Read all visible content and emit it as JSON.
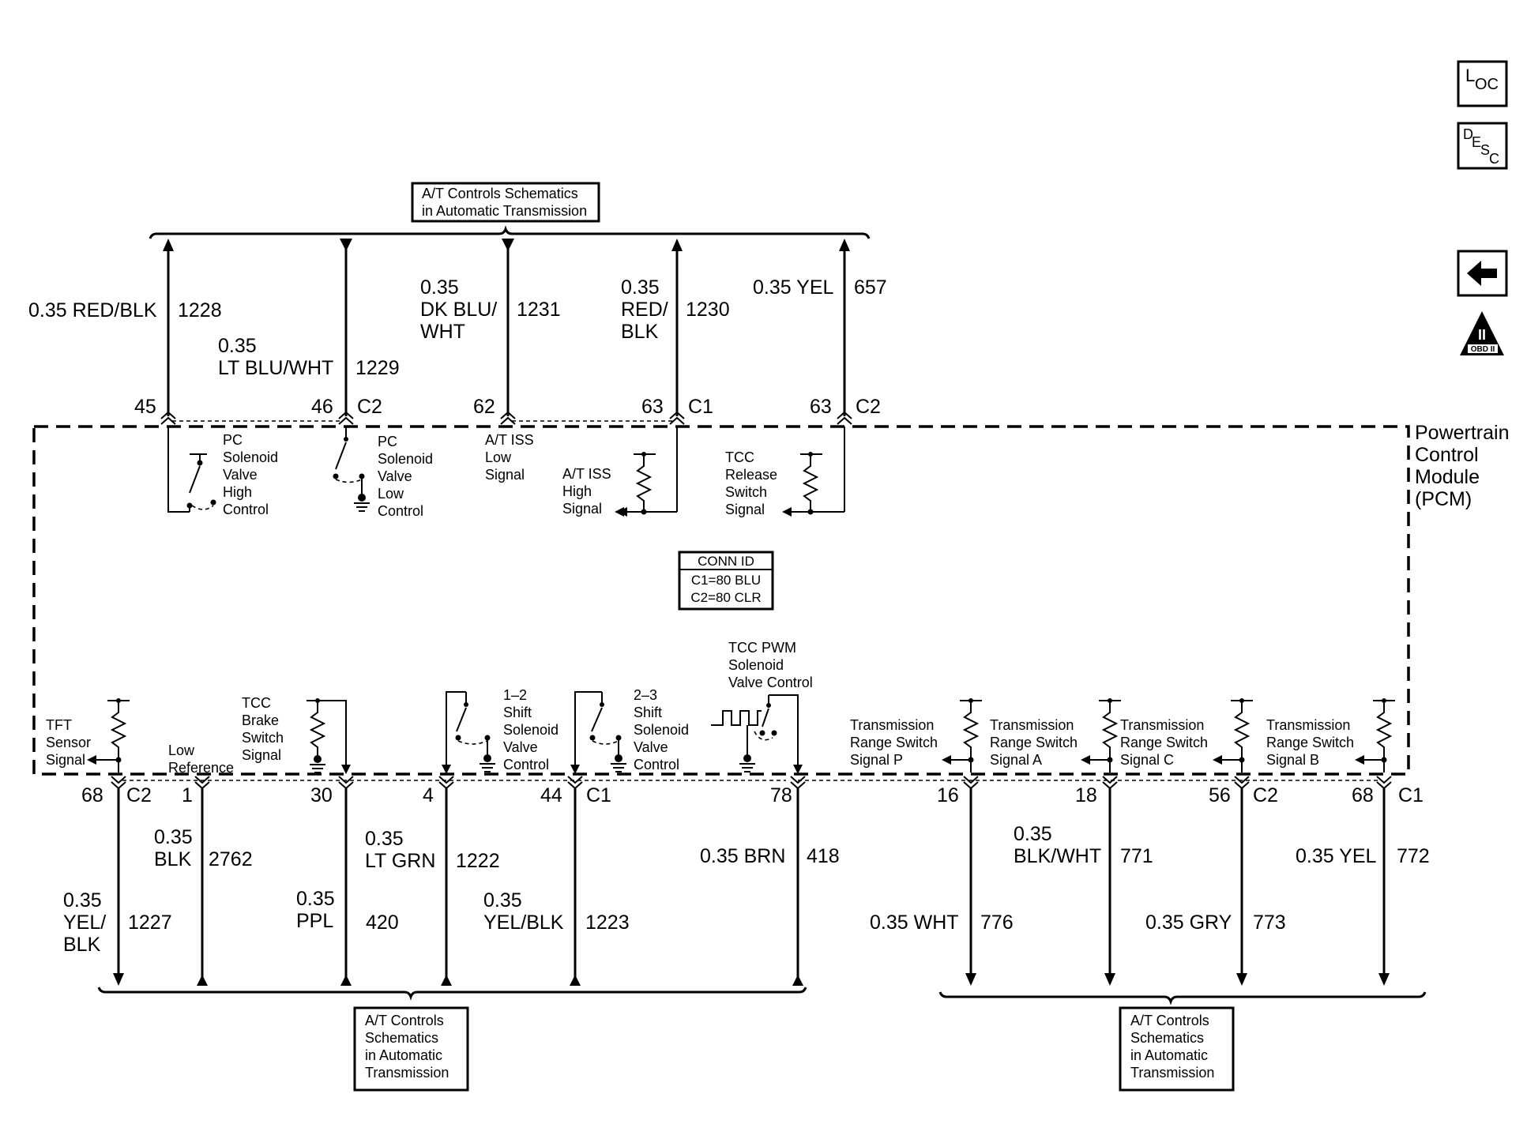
{
  "nav": {
    "loc": {
      "big": "L",
      "small": "OC"
    },
    "desc": {
      "big": "D",
      "mid": "E",
      "small": "S",
      "tiny": "C"
    },
    "obd": {
      "numeral": "II",
      "label": "OBD II"
    }
  },
  "boxes": {
    "top": [
      "A/T Controls Schematics",
      "in Automatic Transmission"
    ],
    "bottom_left": [
      "A/T Controls",
      "Schematics",
      "in Automatic",
      "Transmission"
    ],
    "bottom_right": [
      "A/T Controls",
      "Schematics",
      "in Automatic",
      "Transmission"
    ],
    "conn_id": [
      "CONN ID",
      "C1=80 BLU",
      "C2=80 CLR"
    ]
  },
  "pcm_label": [
    "Powertrain",
    "Control",
    "Module",
    "(PCM)"
  ],
  "top_circuits": [
    {
      "pin": "45",
      "conn": "",
      "wire_lines": [
        "0.35 RED/BLK"
      ],
      "circuit": "1228"
    },
    {
      "pin": "46",
      "conn": "C2",
      "wire_lines": [
        "0.35",
        "LT BLU/WHT"
      ],
      "circuit": "1229"
    },
    {
      "pin": "62",
      "conn": "",
      "wire_lines": [
        "0.35",
        "DK BLU/",
        "WHT"
      ],
      "circuit": "1231"
    },
    {
      "pin": "63",
      "conn": "C1",
      "wire_lines": [
        "0.35",
        "RED/",
        "BLK"
      ],
      "circuit": "1230"
    },
    {
      "pin": "63",
      "conn": "C2",
      "wire_lines": [
        "0.35 YEL"
      ],
      "circuit": "657"
    }
  ],
  "bottom_circuits": [
    {
      "pin": "68",
      "conn": "C2",
      "wire_lines": [
        "0.35",
        "YEL/",
        "BLK"
      ],
      "circuit": "1227"
    },
    {
      "pin": "1",
      "conn": "",
      "wire_lines": [
        "0.35",
        "BLK"
      ],
      "circuit": "2762"
    },
    {
      "pin": "30",
      "conn": "",
      "wire_lines": [
        "0.35",
        "PPL"
      ],
      "circuit": "420"
    },
    {
      "pin": "4",
      "conn": "",
      "wire_lines": [
        "0.35",
        "LT GRN"
      ],
      "circuit": "1222"
    },
    {
      "pin": "44",
      "conn": "C1",
      "wire_lines": [
        "0.35",
        "YEL/BLK"
      ],
      "circuit": "1223"
    },
    {
      "pin": "78",
      "conn": "",
      "wire_lines": [
        "0.35 BRN"
      ],
      "circuit": "418"
    },
    {
      "pin": "16",
      "conn": "",
      "wire_lines": [
        "0.35 WHT"
      ],
      "circuit": "776"
    },
    {
      "pin": "18",
      "conn": "",
      "wire_lines": [
        "0.35",
        "BLK/WHT"
      ],
      "circuit": "771"
    },
    {
      "pin": "56",
      "conn": "C2",
      "wire_lines": [
        "0.35 GRY"
      ],
      "circuit": "773"
    },
    {
      "pin": "68",
      "conn": "C1",
      "wire_lines": [
        "0.35 YEL"
      ],
      "circuit": "772"
    }
  ],
  "components": {
    "pc_high": [
      "PC",
      "Solenoid",
      "Valve",
      "High",
      "Control"
    ],
    "pc_low": [
      "PC",
      "Solenoid",
      "Valve",
      "Low",
      "Control"
    ],
    "iss_low": [
      "A/T ISS",
      "Low",
      "Signal"
    ],
    "iss_high": [
      "A/T ISS",
      "High",
      "Signal"
    ],
    "tcc_release": [
      "TCC",
      "Release",
      "Switch",
      "Signal"
    ],
    "tft": [
      "TFT",
      "Sensor",
      "Signal"
    ],
    "low_ref": [
      "Low",
      "Reference"
    ],
    "tcc_brake": [
      "TCC",
      "Brake",
      "Switch",
      "Signal"
    ],
    "shift_12": [
      "1–2",
      "Shift",
      "Solenoid",
      "Valve",
      "Control"
    ],
    "shift_23": [
      "2–3",
      "Shift",
      "Solenoid",
      "Valve",
      "Control"
    ],
    "tcc_pwm": [
      "TCC PWM",
      "Solenoid",
      "Valve Control"
    ],
    "trs_p": [
      "Transmission",
      "Range Switch",
      "Signal P"
    ],
    "trs_a": [
      "Transmission",
      "Range Switch",
      "Signal A"
    ],
    "trs_c": [
      "Transmission",
      "Range Switch",
      "Signal C"
    ],
    "trs_b": [
      "Transmission",
      "Range Switch",
      "Signal B"
    ]
  }
}
